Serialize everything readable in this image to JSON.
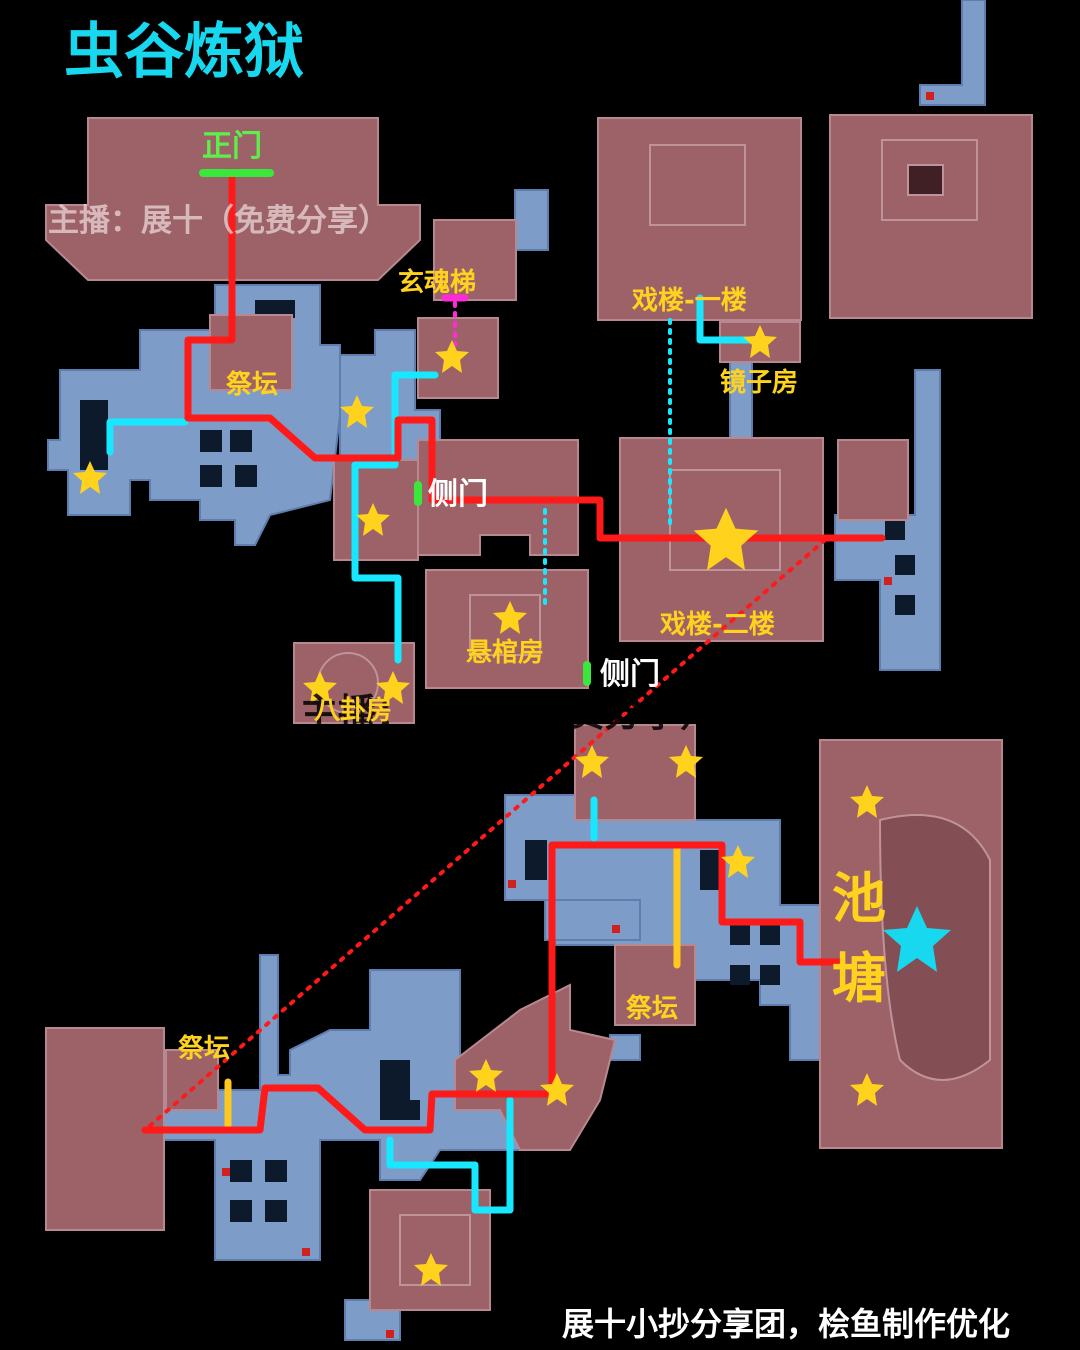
{
  "title": "虫谷炼狱",
  "credit": "展十小抄分享团，桧鱼制作优化",
  "watermark": "主播：展十（免费分享）",
  "watermark_lower": "主播：展十（免费分享）",
  "locations": {
    "main_gate": "正门",
    "ladder": "玄魂梯",
    "altar_1": "祭坛",
    "stage_floor_1": "戏楼-一楼",
    "mirror_room": "镜子房",
    "side_gate_1": "侧门",
    "stage_floor_2": "戏楼-二楼",
    "coffin_room": "悬棺房",
    "side_gate_2": "侧门",
    "bagua_room": "八卦房",
    "altar_2": "祭坛",
    "altar_3": "祭坛",
    "pond_1": "池",
    "pond_2": "塘"
  },
  "colors": {
    "background": "#000000",
    "room_fill": "#9c6268",
    "corridor_fill": "#7e9cc8",
    "main_route": "#ff1a1a",
    "alt_route": "#18e8ff",
    "branch_route": "#ffc81e",
    "gate_marker": "#39e83a",
    "ladder_link": "#ff2bd8",
    "star": "#ffd21e",
    "boss_star": "#18d8f0"
  },
  "legend_icons": {
    "collectible": "star-icon",
    "boss": "boss-star-icon",
    "gate": "gate-marker-icon"
  }
}
